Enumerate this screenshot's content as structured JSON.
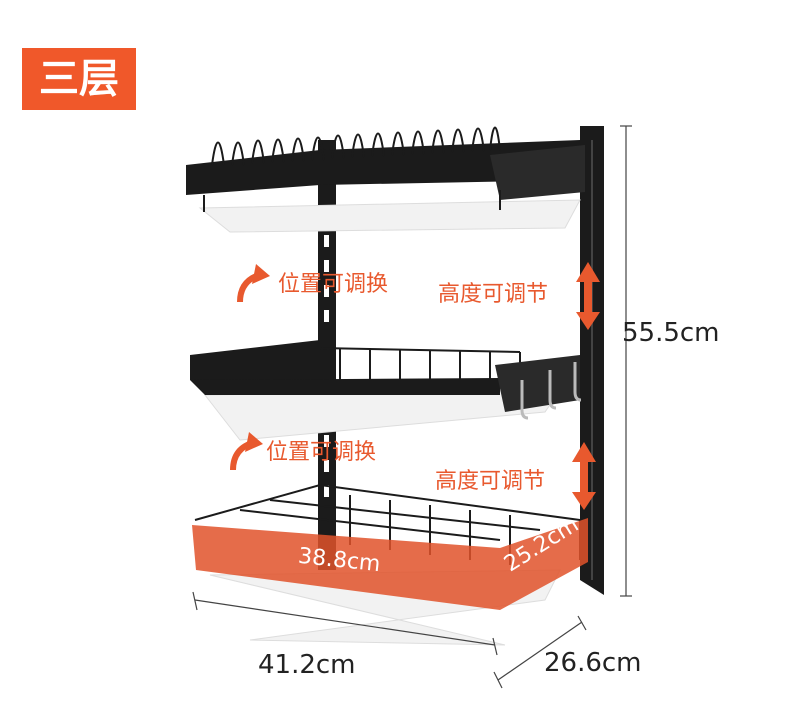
{
  "badge": {
    "label": "三层"
  },
  "labels": {
    "swap_top": "位置可调换",
    "swap_bottom": "位置可调换",
    "height_top": "高度可调节",
    "height_bottom": "高度可调节"
  },
  "dimensions": {
    "height": "55.5cm",
    "width": "41.2cm",
    "depth": "26.6cm",
    "basket_width": "38.8cm",
    "basket_depth": "25.2cm"
  },
  "colors": {
    "accent": "#f0582a",
    "rack": "#1b1b1b",
    "tray": "#f1f1f1"
  },
  "icons": [
    "curved-arrow-icon",
    "double-arrow-icon"
  ]
}
